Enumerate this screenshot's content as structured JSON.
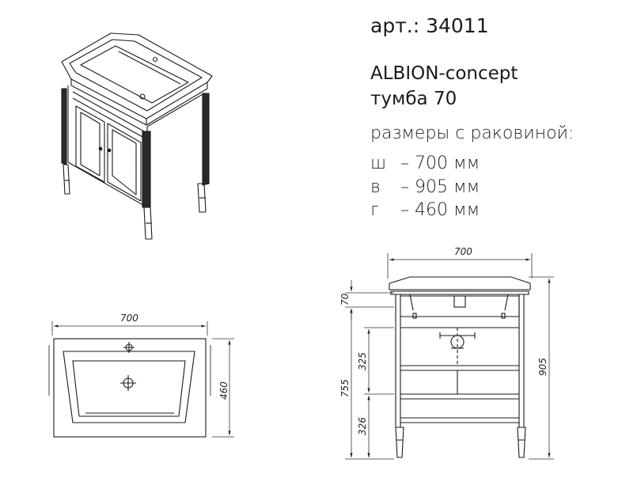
{
  "header": {
    "article": "арт.: 34011",
    "title_line1": "ALBION-concept",
    "title_line2": "тумба 70",
    "dimensions_heading": "размеры с раковиной:"
  },
  "dimensions": [
    {
      "key": "ш",
      "value": "– 700 мм"
    },
    {
      "key": "в",
      "value": "– 905 мм"
    },
    {
      "key": "г",
      "value": "– 460 мм"
    }
  ],
  "top_view": {
    "width_label": "700",
    "depth_label": "460"
  },
  "front_view": {
    "width_label": "700",
    "height_label": "905",
    "top_label": "70",
    "body_label": "755",
    "upper_label": "325",
    "lower_label": "326"
  },
  "colors": {
    "line": "#1a1a1a",
    "dim_line": "#333333"
  }
}
